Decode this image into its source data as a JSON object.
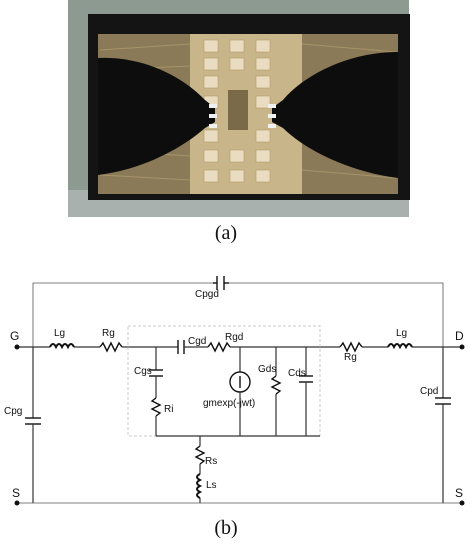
{
  "captions": {
    "a": "(a)",
    "b": "(b)"
  },
  "nodes": {
    "gate": "G",
    "drain": "D",
    "source_left": "S",
    "source_right": "S"
  },
  "components": {
    "cpgd": "Cpgd",
    "lg_left": "Lg",
    "rg_left": "Rg",
    "cgd": "Cgd",
    "rgd": "Rgd",
    "rg_right": "Rg",
    "lg_right": "Lg",
    "cgs": "Cgs",
    "ri": "Ri",
    "gds": "Gds",
    "cds": "Cds",
    "source_expr": "gmexp(-jwt)",
    "cpg": "Cpg",
    "cpd": "Cpd",
    "rs": "Rs",
    "ls": "Ls"
  },
  "photo": {
    "subject": "probe station monitor showing chip with probe tips",
    "colors": {
      "wall": "#8c9a92",
      "frame": "#141414",
      "chip_bg": "#c9b58a",
      "pad": "#e9dcc0",
      "probe": "#0d0d0d"
    }
  }
}
